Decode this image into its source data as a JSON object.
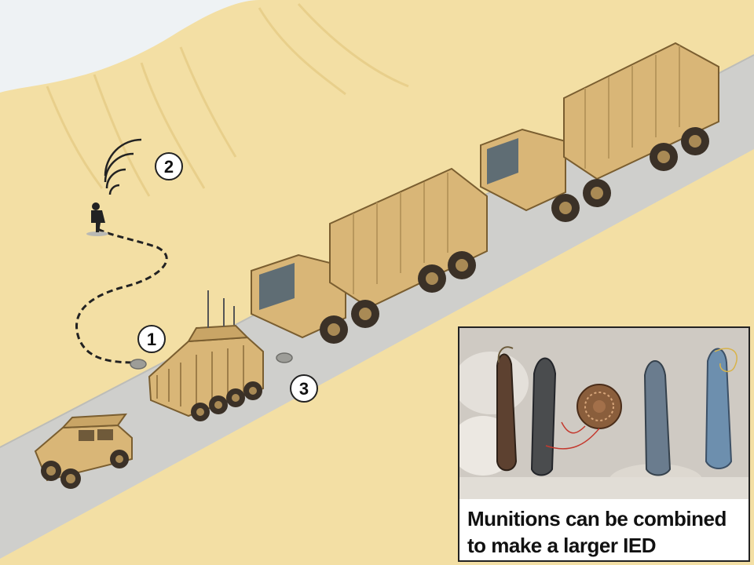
{
  "callouts": [
    {
      "number": "1"
    },
    {
      "number": "2"
    },
    {
      "number": "3"
    }
  ],
  "inset": {
    "caption": "Munitions can be combined to make a larger IED"
  },
  "colors": {
    "sand": "#f3dfa4",
    "hill_shadow": "#e8cf8a",
    "road": "#cfcfcc",
    "vehicle_tan": "#d9b677",
    "vehicle_dark": "#9c7a43",
    "wire": "#222222"
  },
  "icons": [
    "radio-signal-icon",
    "insurgent-figure-icon",
    "buried-ied-icon"
  ]
}
